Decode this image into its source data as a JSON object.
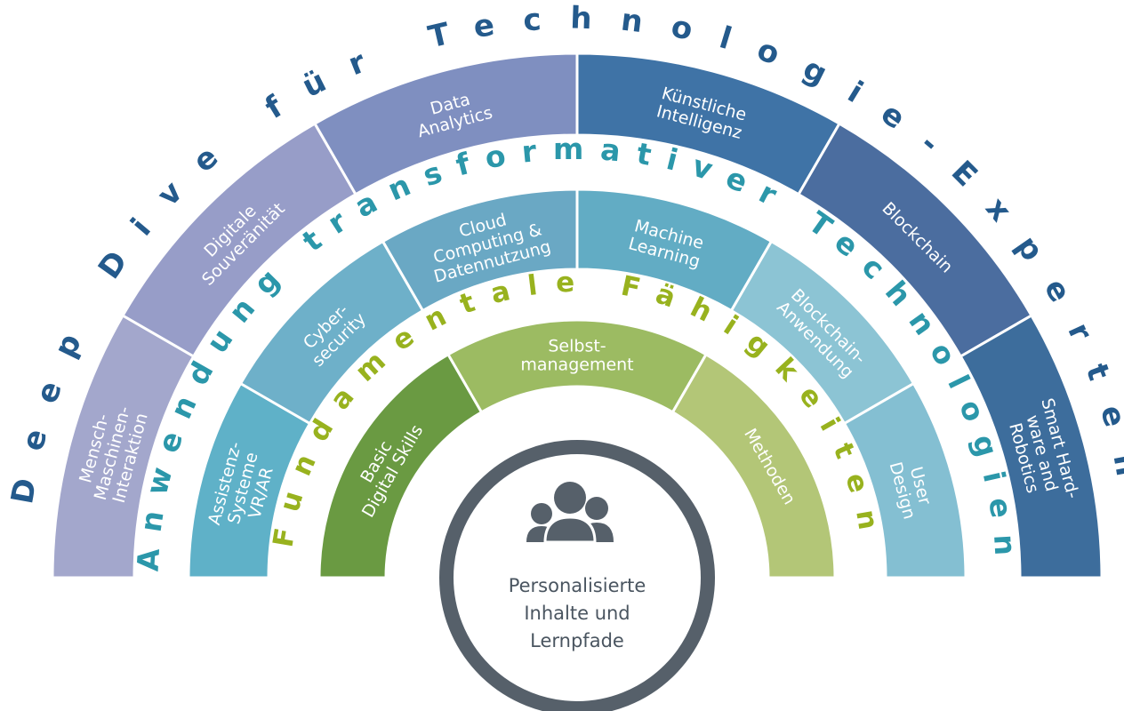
{
  "rings": {
    "outer": {
      "title": "Deep Dive für Technologie-Experten",
      "title_color": "#245a8c",
      "segments": [
        {
          "label": "Mensch-\nMaschinen-\nInteraktion",
          "color": "#a3a7cc"
        },
        {
          "label": "Digitale\nSouveränität",
          "color": "#979dc8"
        },
        {
          "label": "Data\nAnalytics",
          "color": "#7f8fc0"
        },
        {
          "label": "Künstliche\nIntelligenz",
          "color": "#3f73a6"
        },
        {
          "label": "Blockchain",
          "color": "#4b6d9f"
        },
        {
          "label": "Smart Hard-\nware and\nRobotics",
          "color": "#3d6d9c"
        }
      ]
    },
    "middle": {
      "title": "Anwendung transformativer Technologien",
      "title_color": "#2b97aa",
      "segments": [
        {
          "label": "Assistenz-\nSysteme\nVR/AR",
          "color": "#5fb1c8"
        },
        {
          "label": "Cyber-\nsecurity",
          "color": "#6eb0c9"
        },
        {
          "label": "Cloud\nComputing &\nDatennutzung",
          "color": "#6aa8c4"
        },
        {
          "label": "Machine\nLearning",
          "color": "#62acc4"
        },
        {
          "label": "Blockchain-\nAnwendung",
          "color": "#8cc4d4"
        },
        {
          "label": "User\nDesign",
          "color": "#84bfd2"
        }
      ]
    },
    "inner": {
      "title": "Fundamentale Fähigkeiten",
      "title_color": "#98b21e",
      "segments": [
        {
          "label": "Basic\nDigital Skills",
          "color": "#6a9a42"
        },
        {
          "label": "Selbst-\nmanagement",
          "color": "#9cbb62"
        },
        {
          "label": "Methoden",
          "color": "#b3c677"
        }
      ]
    }
  },
  "center": {
    "text": "Personalisierte\nInhalte und\nLernpfade",
    "icon": "people-group-icon",
    "ring_color": "#56606a"
  }
}
